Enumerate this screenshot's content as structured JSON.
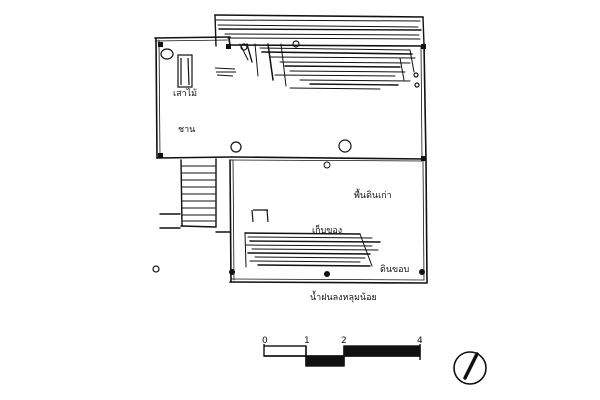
{
  "plan": {
    "labels": {
      "area_top_left": "เสาไม้",
      "area_left": "ชาน",
      "area_right": "พื้นดินเก่า",
      "storage": "เก็บของ",
      "exit": "ดินขอบ",
      "bottom": "น้ำฝนลงหลุมน้อย"
    }
  },
  "scale": {
    "ticks": [
      "0",
      "1",
      "2",
      "4"
    ]
  },
  "colors": {
    "ink": "#111111",
    "paper": "#ffffff"
  },
  "icons": {
    "north": "north-arrow-icon"
  }
}
